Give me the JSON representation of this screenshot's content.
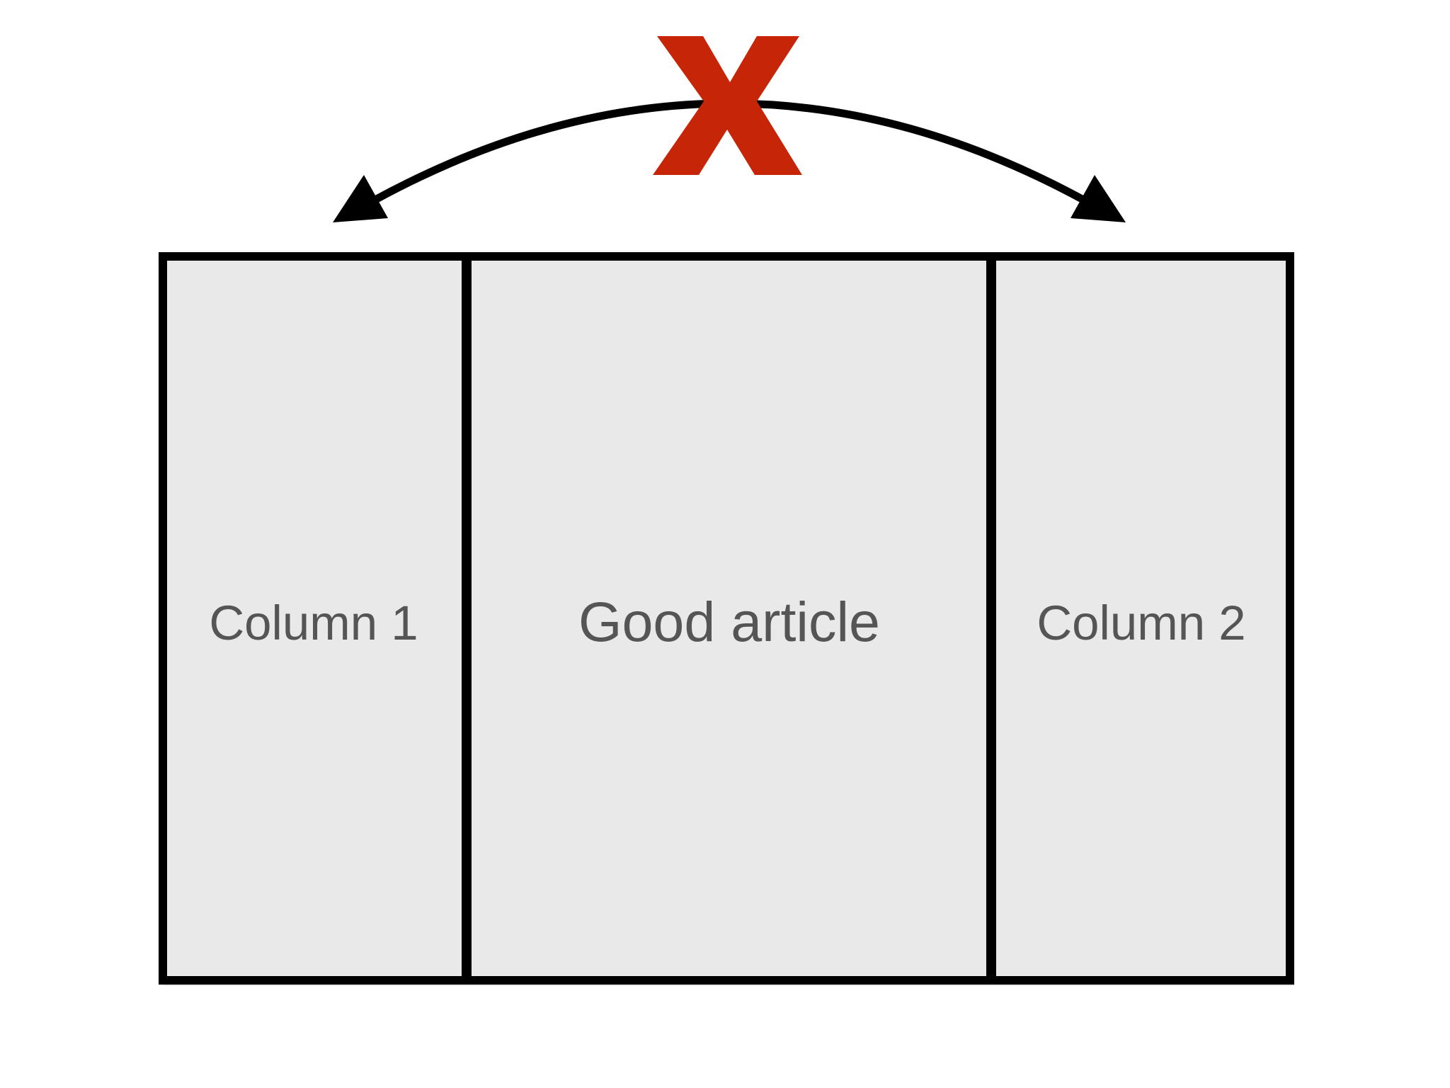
{
  "labels": {
    "column_left": "Column 1",
    "center": "Good article",
    "column_right": "Column 2"
  },
  "colors": {
    "cross": "#C62508",
    "stroke": "#000000",
    "label_text": "#555555",
    "background": "#FFFFFF"
  },
  "icons": {
    "cross": "x-mark-icon",
    "arrow": "double-headed-curved-arrow"
  }
}
